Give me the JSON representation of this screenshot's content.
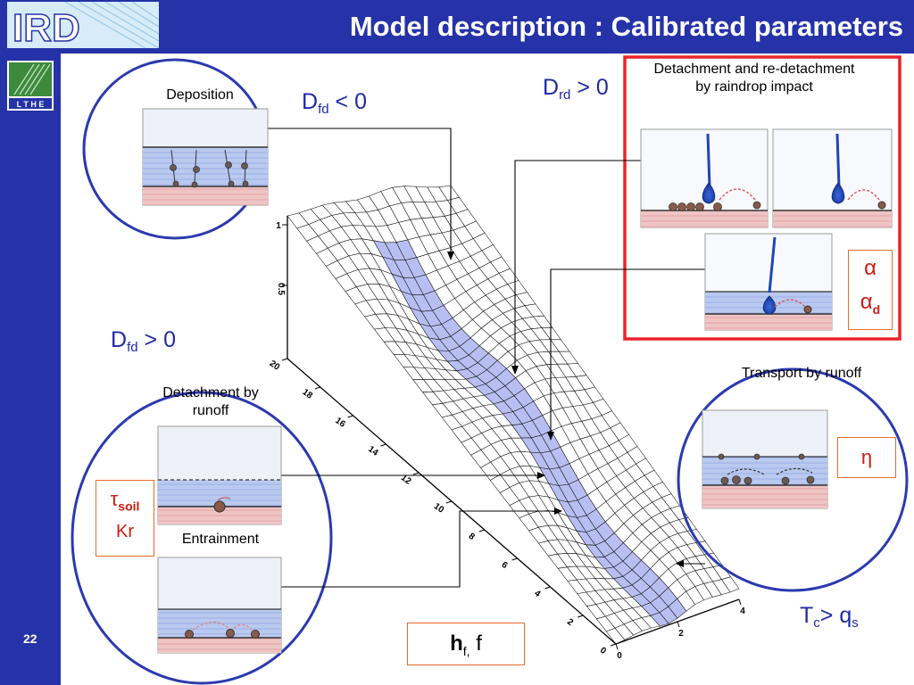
{
  "slide": {
    "title": "Model description : Calibrated parameters",
    "page_number": "22",
    "logo_text": "IRD",
    "badge_text": "L T H E"
  },
  "labels": {
    "deposition": "Deposition",
    "dfd_neg_main": "D",
    "dfd_neg_sub": "fd",
    "dfd_neg_rel": " < 0",
    "drd_main": "D",
    "drd_sub": "rd",
    "drd_rel": " > 0",
    "raindrop": "Detachment and re-detachment by raindrop impact",
    "dfd_pos_main": "D",
    "dfd_pos_sub": "fd",
    "dfd_pos_rel": " > 0",
    "runoff_detach": "Detachment by runoff",
    "entrainment": "Entrainment",
    "transport": "Transport by runoff",
    "tc_main": "T",
    "tc_sub": "c",
    "tc_rel": "> q",
    "tc_sub2": "s"
  },
  "parameters": {
    "alpha": "α",
    "alpha_d_main": "α",
    "alpha_d_sub": "d",
    "eta": "η",
    "tau_main": "τ",
    "tau_sub": "soil",
    "kr": "Kr",
    "hf_main": "h",
    "hf_sub": "f,",
    "hf_rest": " f"
  },
  "axes": {
    "z_ticks": [
      "1",
      "0.5"
    ],
    "y_ticks": [
      "20",
      "18",
      "16",
      "14",
      "12",
      "10",
      "8",
      "6",
      "4",
      "2",
      "0"
    ],
    "x_ticks": [
      "0",
      "2",
      "4"
    ]
  },
  "colors": {
    "bar": "#2532a8",
    "circle": "#2b3aaf",
    "red_frame": "#e8232a",
    "label_blue": "#1f2aa3",
    "param_red": "#cc1a10"
  }
}
